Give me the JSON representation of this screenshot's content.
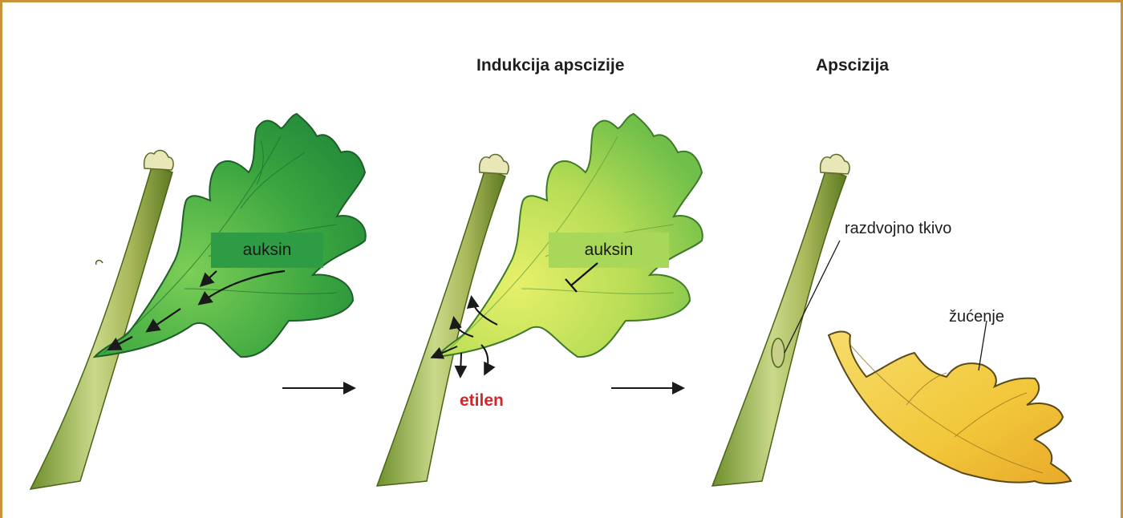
{
  "titles": {
    "induction": "Indukcija apscizije",
    "abscission": "Apscizija"
  },
  "labels": {
    "auxin_left": "auksin",
    "auxin_middle": "auksin",
    "ethylene": "etilen",
    "separation_tissue": "razdvojno tkivo",
    "yellowing": "žućenje"
  },
  "colors": {
    "frame": "#c8913a",
    "ethylene_text": "#d7262b",
    "leaf_green": "#3aa53f",
    "leaf_yellow_green": "#b7dc55",
    "leaf_yellow": "#f2c73a",
    "auxin_box_left": "#2e9c45",
    "auxin_box_middle": "#a9d75a"
  }
}
